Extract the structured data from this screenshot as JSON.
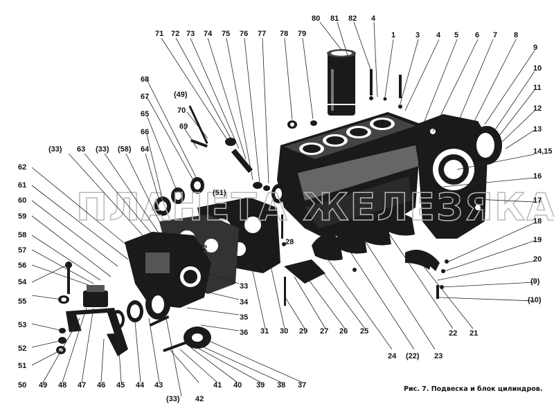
{
  "caption": "Рис. 7. Подвеска и блок цилиндров.",
  "watermark": "ПЛАНЕТА ЖЕЛЕЗЯКА",
  "callouts": [
    "80",
    "81",
    "82",
    "4",
    "71",
    "72",
    "73",
    "74",
    "75",
    "76",
    "77",
    "78",
    "79",
    "1",
    "3",
    "4",
    "5",
    "6",
    "7",
    "8",
    "9",
    "10",
    "11",
    "12",
    "13",
    "14,15",
    "16",
    "17",
    "18",
    "19",
    "20",
    "(9)",
    "(10)",
    "(49)",
    "70",
    "69",
    "68",
    "67",
    "65",
    "66",
    "64",
    "(58)",
    "(33)",
    "63",
    "(33)",
    "62",
    "61",
    "60",
    "59",
    "58",
    "57",
    "56",
    "54",
    "55",
    "53",
    "52",
    "51",
    "50",
    "49",
    "48",
    "47",
    "46",
    "45",
    "44",
    "43",
    "(33)",
    "42",
    "41",
    "40",
    "39",
    "38",
    "37",
    "36",
    "35",
    "34",
    "33",
    "32",
    "31",
    "30",
    "29",
    "27",
    "26",
    "25",
    "24",
    "(22)",
    "23",
    "22",
    "21",
    "28",
    "(51)"
  ]
}
